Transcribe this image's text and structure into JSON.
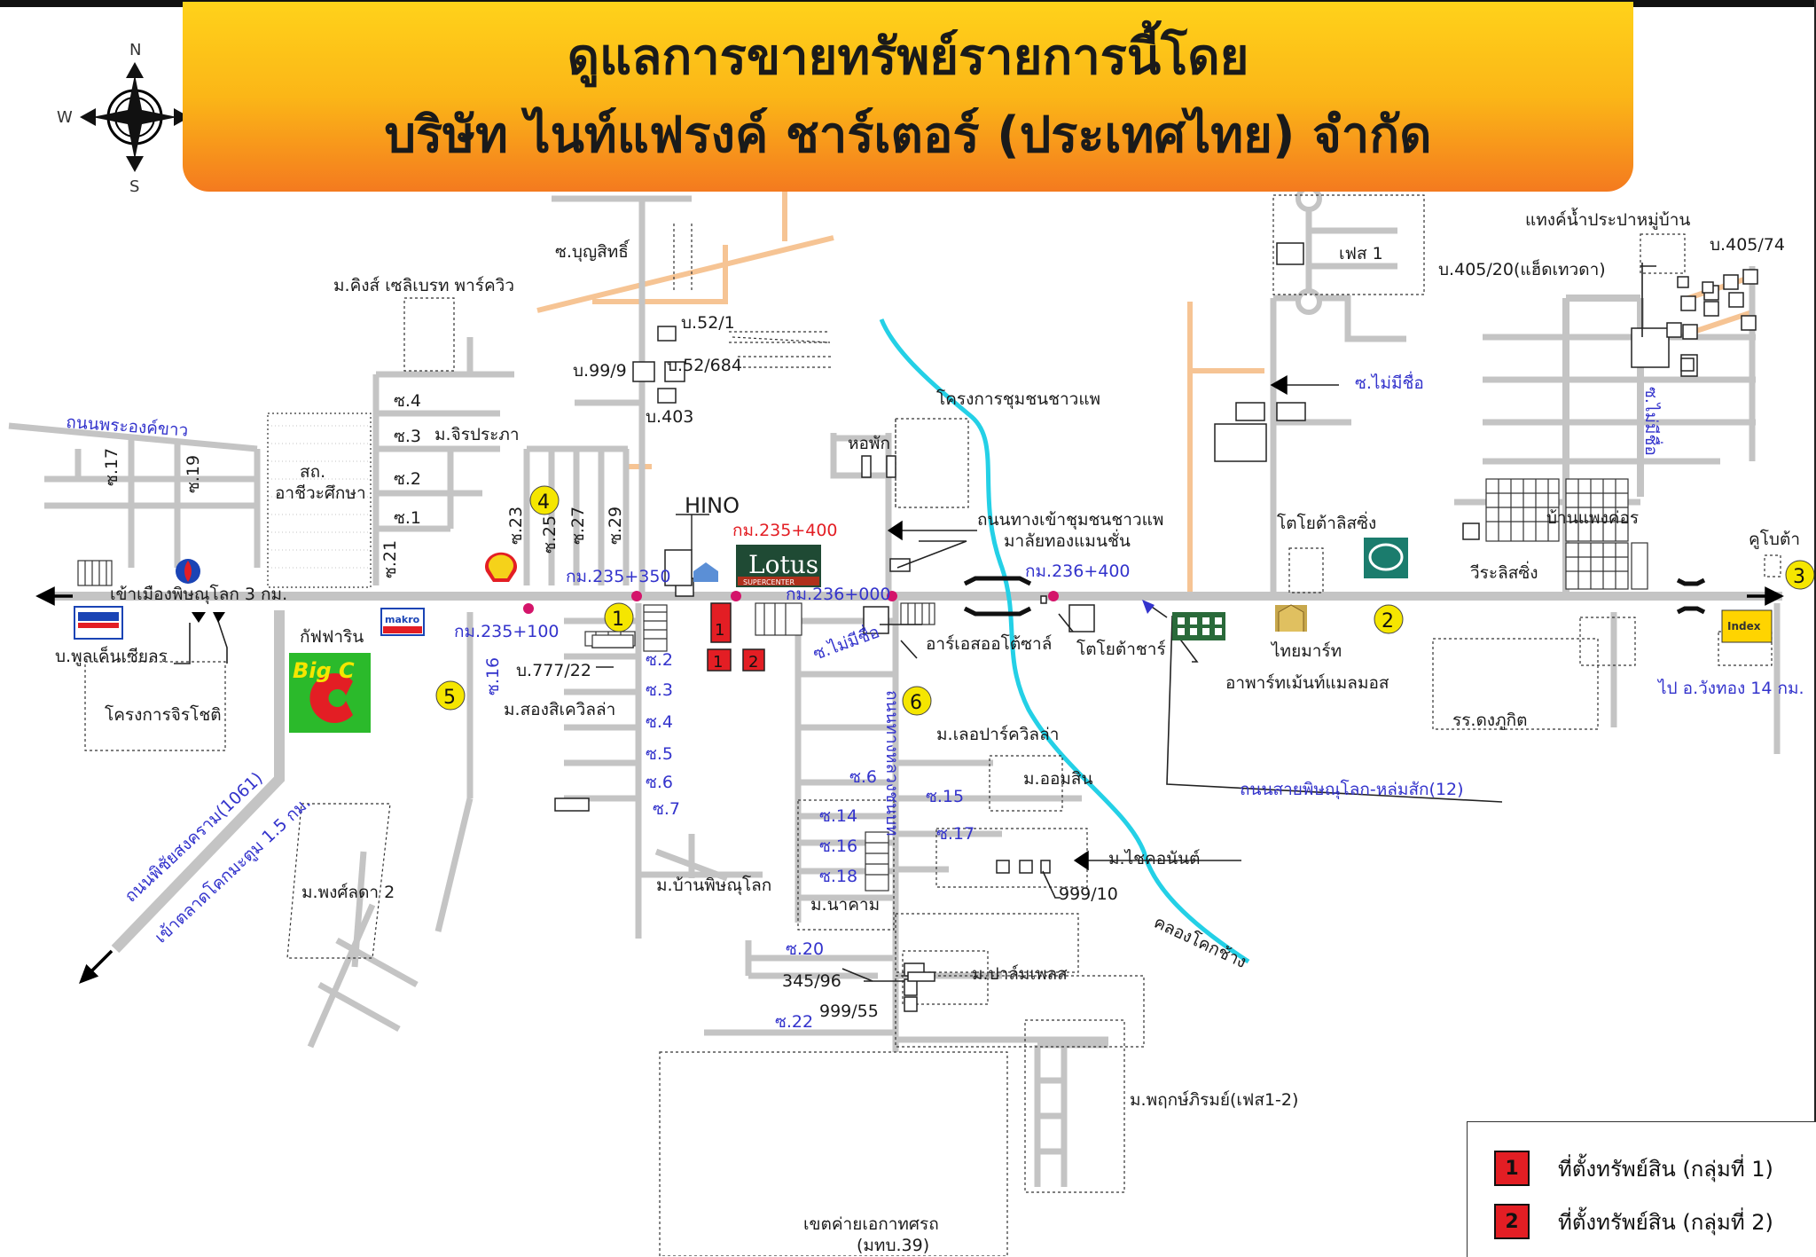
{
  "banner": {
    "line1": "ดูแลการขายทรัพย์รายการนี้โดย",
    "line2": "บริษัท ไนท์แฟรงค์ ชาร์เตอร์ (ประเทศไทย) จำกัด"
  },
  "compass": {
    "n": "N",
    "s": "S",
    "w": "W"
  },
  "logos": {
    "lotus": "Lotus",
    "lotus_sub": "SUPERCENTER",
    "big_c": "Big C",
    "hino": "HINO",
    "index": "Index",
    "makro": "makro"
  },
  "markers": [
    "1",
    "2",
    "3",
    "4",
    "5",
    "6"
  ],
  "km_labels": {
    "k235_100": "กม.235+100",
    "k235_350": "กม.235+350",
    "k235_400": "กม.235+400",
    "k236_000": "กม.236+000",
    "k236_400": "กม.236+400"
  },
  "blue_labels": {
    "rd_phra_ong_dam": "ถนนพระองค์ขาว",
    "rd_phitsanulok_lom_sak": "ถนนสายพิษณุโลก-หล่มสัก(12)",
    "rd_phichai": "ถนนพิชัยสงคราม(1061)",
    "to_wang_thong": "ไป อ.วังทอง 14 กม.",
    "to_market": "เข้าตลาดโคกมะตูม 1.5 กม.",
    "soi_no_name_1": "ซ.ไม่มีชื่อ",
    "soi_no_name_2": "ซ.ไม่มีชื่อ",
    "soi_no_name_3": "ซ.ไม่มีชื่อ",
    "soi_16": "ซ.16",
    "s2": "ซ.2",
    "s3": "ซ.3",
    "s4": "ซ.4",
    "s5": "ซ.5",
    "s6": "ซ.6",
    "s7": "ซ.7",
    "s6b": "ซ.6",
    "s14": "ซ.14",
    "s15": "ซ.15",
    "s16b": "ซ.16",
    "s17": "ซ.17",
    "s18": "ซ.18",
    "s20": "ซ.20",
    "s22": "ซ.22",
    "rd_muang": "ถนนทางหลวงชนบท"
  },
  "black_labels": {
    "soi_bunsit": "ซ.บุญสิทธิ์",
    "m_kings": "ม.คิงส์ เซลิเบรท พาร์ควิว",
    "b52_1": "บ.52/1",
    "b52_684": "บ.52/684",
    "b99_9": "บ.99/9",
    "b403": "บ.403",
    "project_sao_phae": "โครงการชุมชนชาวแพ",
    "s4": "ซ.4",
    "s3": "ซ.3",
    "m_jiraprapha": "ม.จิรประภา",
    "s2": "ซ.2",
    "s1": "ซ.1",
    "college": "สถ.\nอาชีวะศึกษา",
    "s17": "ซ.17",
    "s19": "ซ.19",
    "s21": "ซ.21",
    "s23": "ซ.23",
    "s25": "ซ.25",
    "s27": "ซ.27",
    "s29": "ซ.29",
    "dorm": "หอพัก",
    "entrance": "ถนนทางเข้าชุมชนชาวแพ",
    "pole": "มาลัยทองแมนชั่น",
    "toyota_lease": "โตโยต้าลิสซิ่ง",
    "ban_phaengkhom": "บ้านแพงค่อร",
    "kubota": "คูโบต้า",
    "viralising": "วีระลิสซิ่ง",
    "to_muang": "เข้าเมืองพิษณุโลก 3 กม.",
    "b_pul": "บ.พูลเค็นเซียลร",
    "cafe": "กัฟฟาริน",
    "project_jirachot": "โครงการจิรโชติ",
    "b777_22": "บ.777/22",
    "m_songsong": "ม.สองสิเควิลล่า",
    "ar_auto": "อาร์เอสออโต้ซาล์",
    "toyota_char": "โตโยต้าชาร์",
    "thaimart": "ไทยมาร์ท",
    "apartment": "อาพาร์ทเม้นท์แมลมอส",
    "school": "รร.ดงภูกิต",
    "m_ler_park": "ม.เลอปาร์ควิลล่า",
    "m_om": "ม.ออมสิน",
    "m_chaikha": "ม.ไชคอนันต์",
    "b999_10": "999/10",
    "canal": "คลองโคกช้าง",
    "m_ban_phitsanulok": "ม.บ้านพิษณุโลก",
    "m_nakham": "ม.นาคาม",
    "m_paklom": "ม.ปาล์มเพลส",
    "b345_96": "345/96",
    "b999_55": "999/55",
    "m_phruk": "ม.พฤกษ์ภิรมย์(เฟส1-2)",
    "m_phongsa": "ม.พงศ์ลดา 2",
    "camp": "เขตค่ายเอกาทศรถ",
    "camp2": "(มทบ.39)",
    "tank": "แทงค์น้ำประปาหมู่บ้าน",
    "b405_74": "บ.405/74",
    "b405_20": "บ.405/20(แฮ็ดเทวดา)",
    "phase1": "เฟส 1"
  },
  "legend": {
    "item1_num": "1",
    "item1_label": "ที่ตั้งทรัพย์สิน (กลุ่มที่ 1)",
    "item2_num": "2",
    "item2_label": "ที่ตั้งทรัพย์สิน (กลุ่มที่ 2)"
  },
  "colors": {
    "road": "#c4c4c4",
    "side_road": "#f6c494",
    "canal": "#24d0e6",
    "blue_text": "#3333cc",
    "marker": "#f5e600",
    "property": "#e31e24",
    "km_dot": "#d4146a"
  }
}
